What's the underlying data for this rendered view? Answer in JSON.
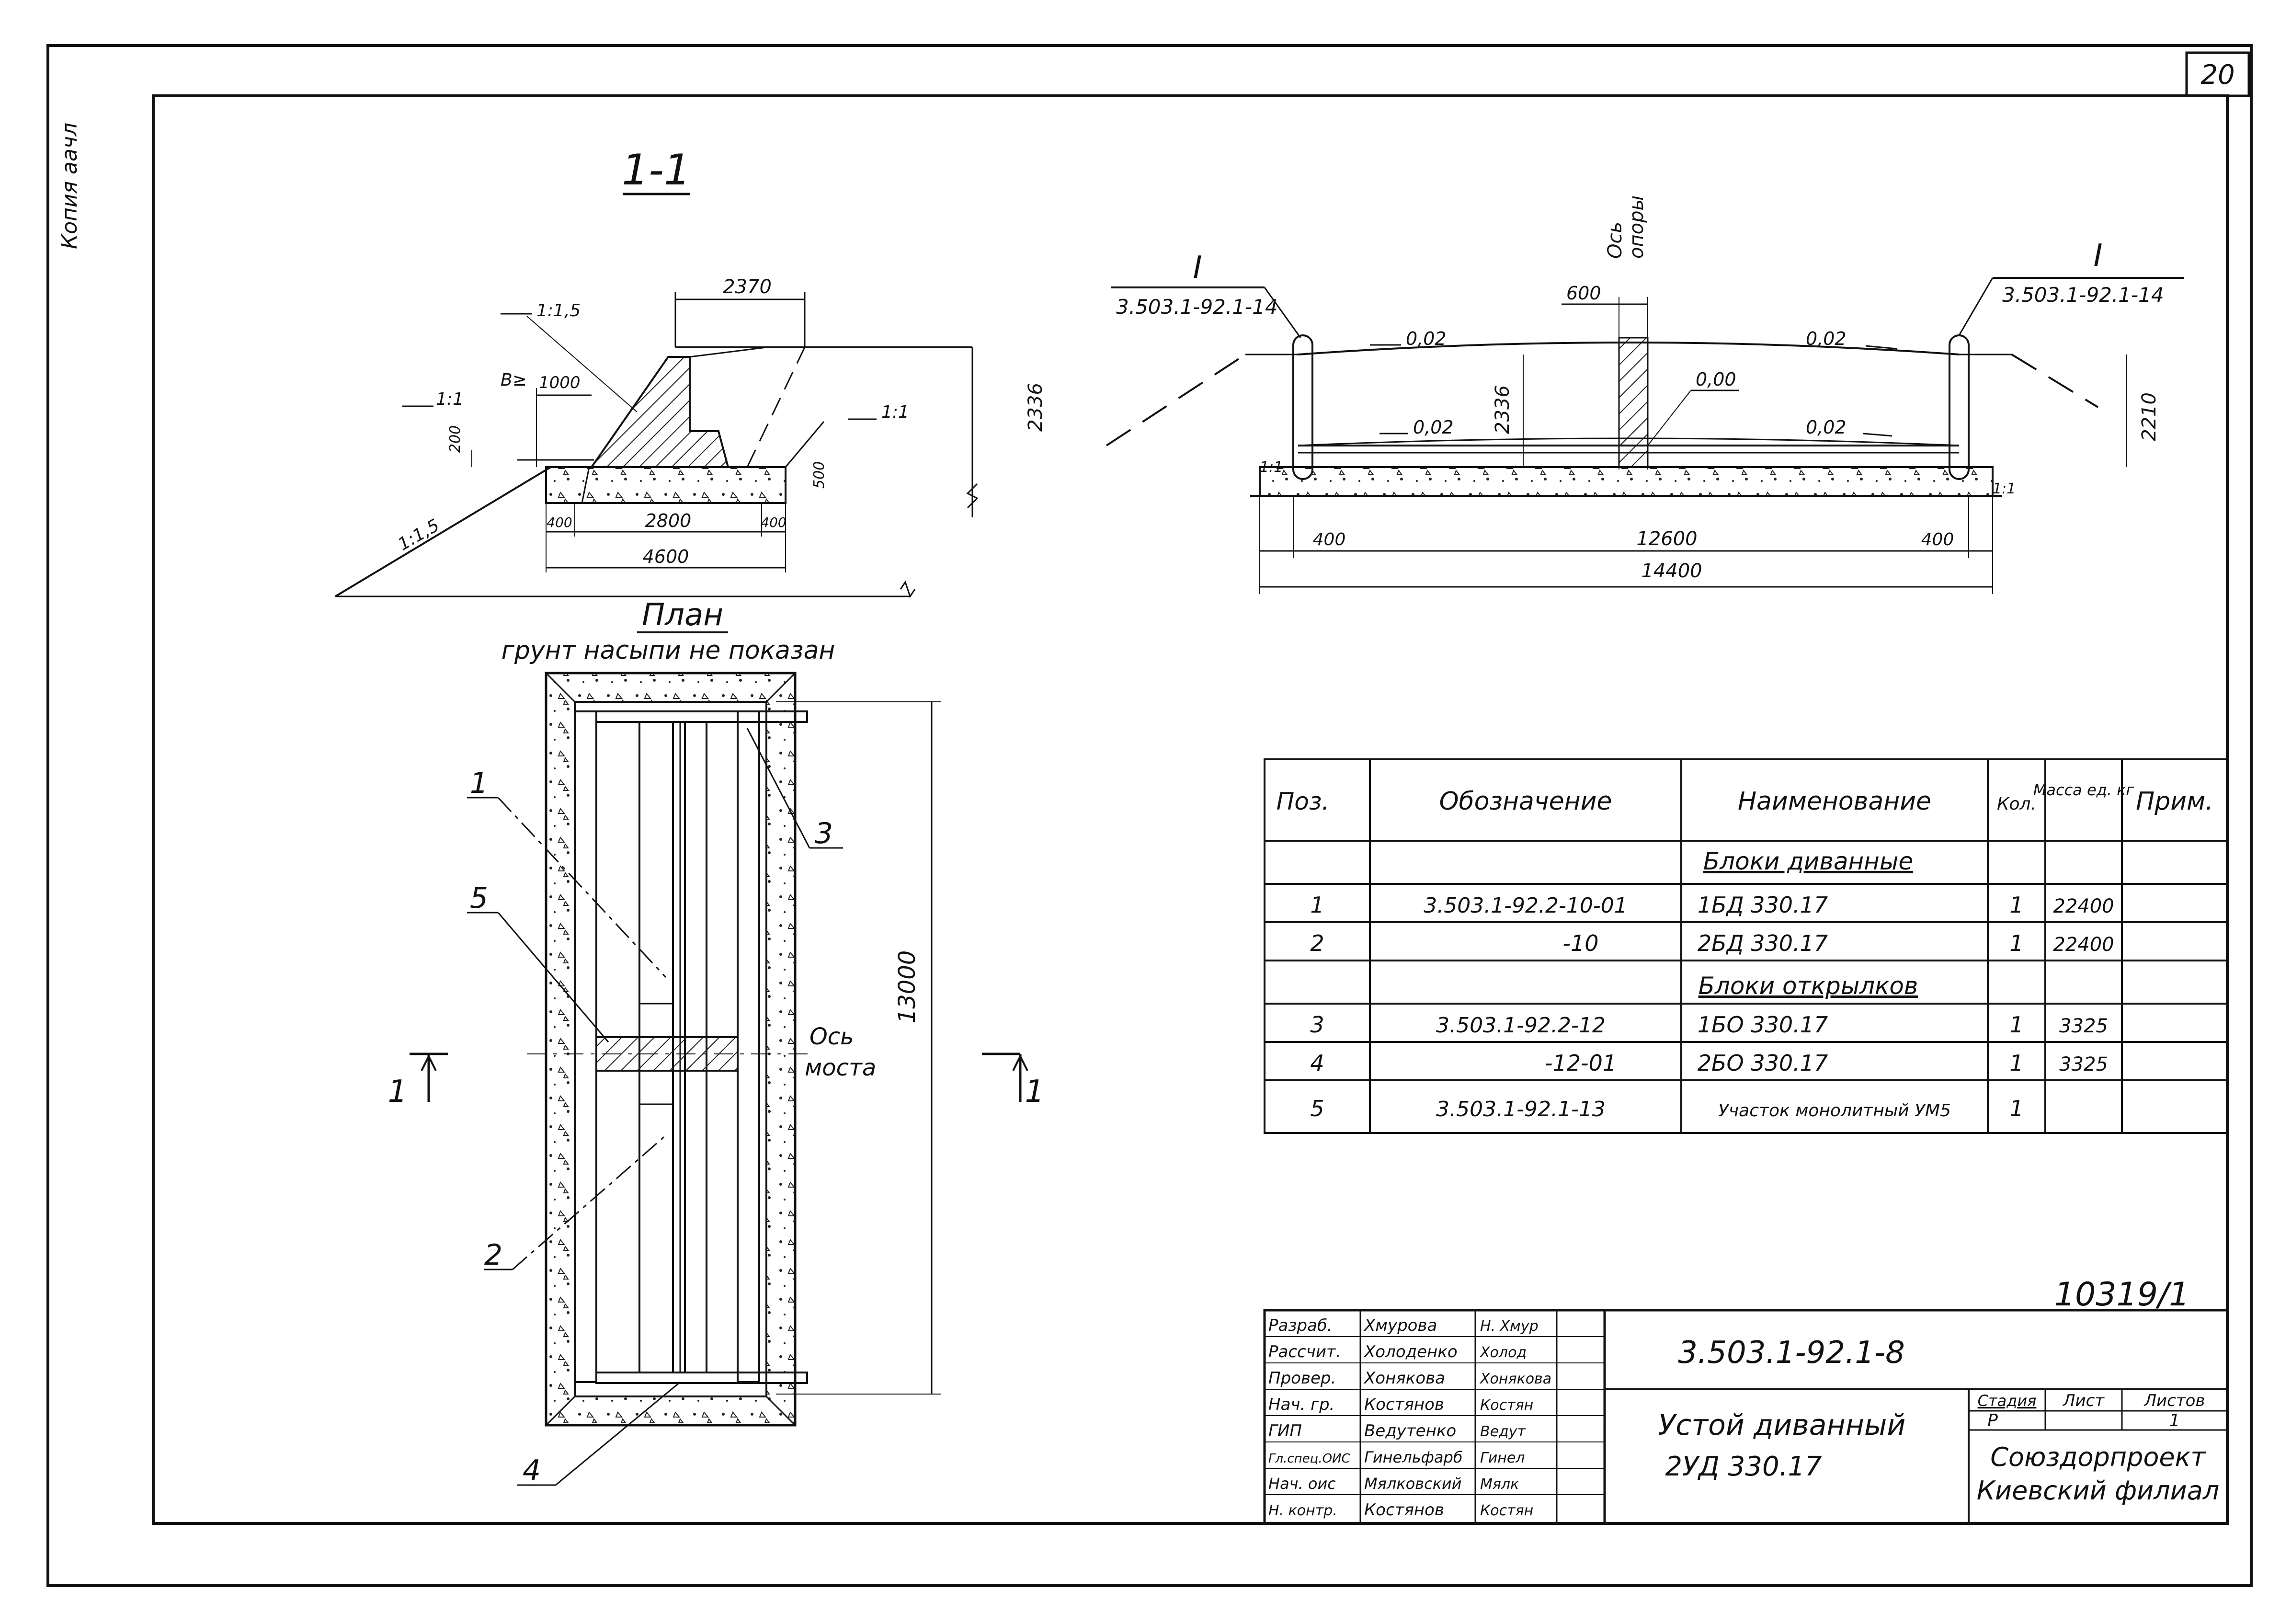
{
  "sheet": {
    "sheet_number": "20",
    "margin_note": "Копия аачл",
    "archive_number": "10319/1"
  },
  "section": {
    "title": "1-1",
    "dim_top": "2370",
    "slope_top": "1:1,5",
    "slope_left": "1:1",
    "slope_bottom": "1:1,5",
    "slope_right": "1:1",
    "dim_b": "B≥",
    "dim_1000": "1000",
    "dim_200": "200",
    "dim_500": "500",
    "dim_400a": "400",
    "dim_2800": "2800",
    "dim_400b": "400",
    "dim_4600": "4600",
    "dim_2336": "2336"
  },
  "elevation": {
    "mark_left": "I",
    "mark_left_ref": "3.503.1-92.1-14",
    "mark_right": "I",
    "mark_right_ref": "3.503.1-92.1-14",
    "axis_label_1": "Ось",
    "axis_label_2": "опоры",
    "dim_600": "600",
    "slope_tl": "0,02",
    "slope_tr": "0,02",
    "slope_bl": "0,02",
    "slope_br": "0,02",
    "level_000": "0,00",
    "dim_2336": "2336",
    "dim_2210": "2210",
    "dim_400l": "400",
    "dim_12600": "12600",
    "dim_400r": "400",
    "dim_14400": "14400",
    "slope_end_l": "1:1",
    "slope_end_r": "1:1"
  },
  "plan": {
    "title": "План",
    "subtitle": "грунт насыпи не показан",
    "dim_13000": "13000",
    "axis_1": "Ось",
    "axis_2": "моста",
    "section_mark_left": "1",
    "section_mark_right": "1",
    "callouts": [
      "1",
      "5",
      "3",
      "2",
      "4"
    ]
  },
  "spec_table": {
    "headers": [
      "Поз.",
      "Обозначение",
      "Наименование",
      "Кол.",
      "Масса ед. кг",
      "Прим."
    ],
    "rows": [
      {
        "pos": "",
        "designation": "",
        "name": "Блоки диванные",
        "qty": "",
        "mass": "",
        "note": ""
      },
      {
        "pos": "1",
        "designation": "3.503.1-92.2-10-01",
        "name": "1БД 330.17",
        "qty": "1",
        "mass": "22400",
        "note": ""
      },
      {
        "pos": "2",
        "designation": "-10",
        "name": "2БД 330.17",
        "qty": "1",
        "mass": "22400",
        "note": ""
      },
      {
        "pos": "",
        "designation": "",
        "name": "Блоки открылков",
        "qty": "",
        "mass": "",
        "note": ""
      },
      {
        "pos": "3",
        "designation": "3.503.1-92.2-12",
        "name": "1БО 330.17",
        "qty": "1",
        "mass": "3325",
        "note": ""
      },
      {
        "pos": "4",
        "designation": "-12-01",
        "name": "2БО 330.17",
        "qty": "1",
        "mass": "3325",
        "note": ""
      },
      {
        "pos": "5",
        "designation": "3.503.1-92.1-13",
        "name": "Участок монолитный УМ5",
        "qty": "1",
        "mass": "",
        "note": ""
      }
    ]
  },
  "title_block": {
    "document_code": "3.503.1-92.1-8",
    "title_line1": "Устой диванный",
    "title_line2": "2УД 330.17",
    "stage_header": "Стадия",
    "sheet_header": "Лист",
    "sheets_header": "Листов",
    "stage": "Р",
    "sheet": "",
    "sheets": "1",
    "org_line1": "Союздорпроект",
    "org_line2": "Киевский филиал",
    "signatures": [
      {
        "role": "Разраб.",
        "name": "Хмурова",
        "sign": "Н. Хмур"
      },
      {
        "role": "Рассчит.",
        "name": "Холоденко",
        "sign": "Холод"
      },
      {
        "role": "Провер.",
        "name": "Хонякова",
        "sign": "Хонякова"
      },
      {
        "role": "Нач. гр.",
        "name": "Костянов",
        "sign": "Костян"
      },
      {
        "role": "ГИП",
        "name": "Ведутенко",
        "sign": "Ведут"
      },
      {
        "role": "Гл.спец.ОИС",
        "name": "Гинельфарб",
        "sign": "Гинел"
      },
      {
        "role": "Нач. оис",
        "name": "Мялковский",
        "sign": "Мялк"
      },
      {
        "role": "Н. контр.",
        "name": "Костянов",
        "sign": "Костян"
      }
    ]
  }
}
